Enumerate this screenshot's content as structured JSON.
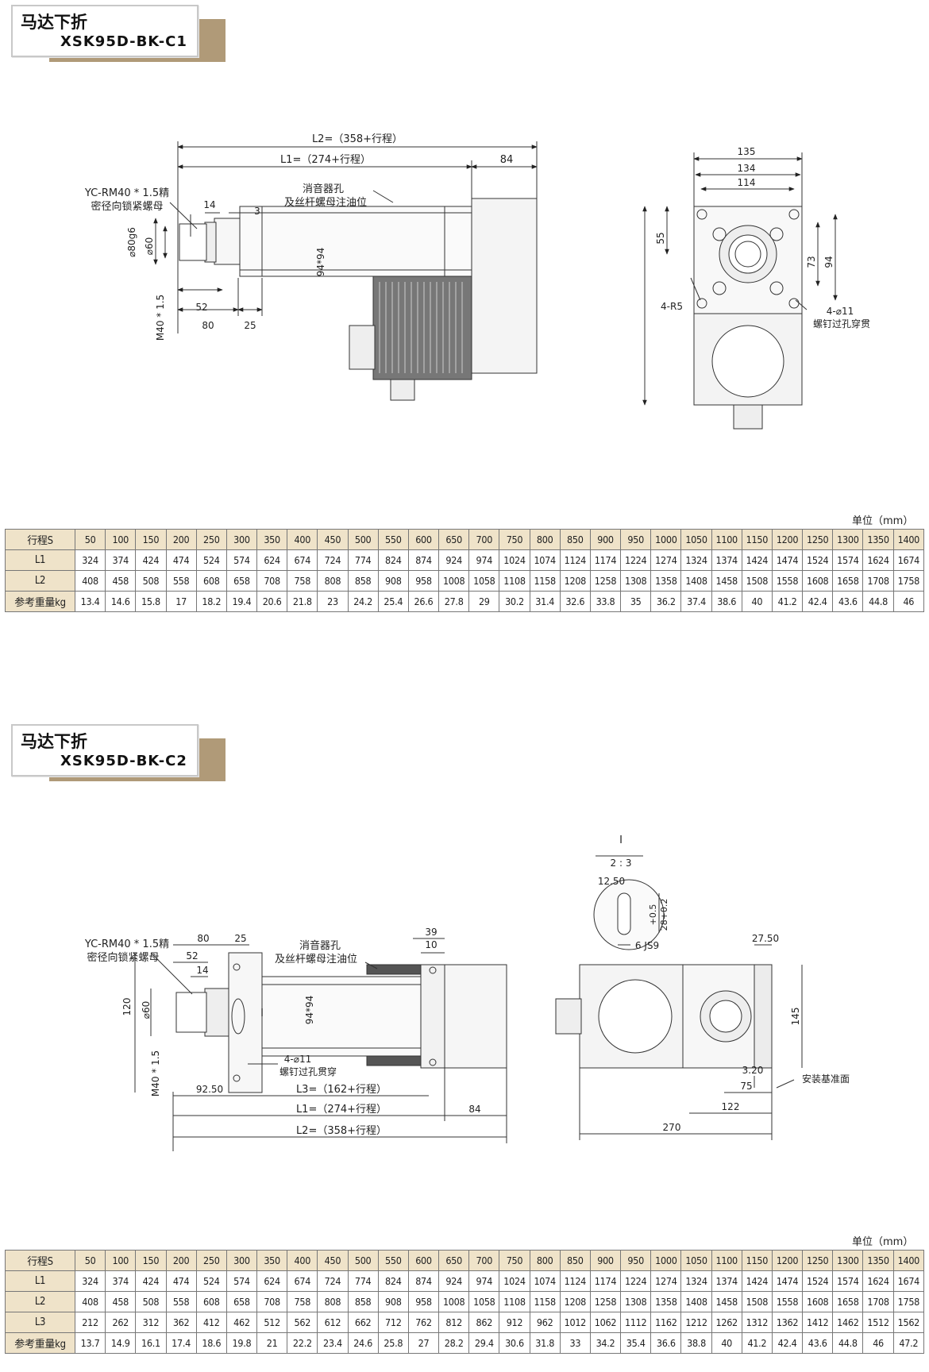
{
  "sections": [
    {
      "header": {
        "title": "马达下折",
        "model": "XSK95D-BK-C1"
      },
      "unit": "单位（mm）",
      "table": {
        "rows": [
          {
            "label": "行程S",
            "values": [
              "50",
              "100",
              "150",
              "200",
              "250",
              "300",
              "350",
              "400",
              "450",
              "500",
              "550",
              "600",
              "650",
              "700",
              "750",
              "800",
              "850",
              "900",
              "950",
              "1000",
              "1050",
              "1100",
              "1150",
              "1200",
              "1250",
              "1300",
              "1350",
              "1400"
            ]
          },
          {
            "label": "L1",
            "values": [
              "324",
              "374",
              "424",
              "474",
              "524",
              "574",
              "624",
              "674",
              "724",
              "774",
              "824",
              "874",
              "924",
              "974",
              "1024",
              "1074",
              "1124",
              "1174",
              "1224",
              "1274",
              "1324",
              "1374",
              "1424",
              "1474",
              "1524",
              "1574",
              "1624",
              "1674"
            ]
          },
          {
            "label": "L2",
            "values": [
              "408",
              "458",
              "508",
              "558",
              "608",
              "658",
              "708",
              "758",
              "808",
              "858",
              "908",
              "958",
              "1008",
              "1058",
              "1108",
              "1158",
              "1208",
              "1258",
              "1308",
              "1358",
              "1408",
              "1458",
              "1508",
              "1558",
              "1608",
              "1658",
              "1708",
              "1758"
            ]
          },
          {
            "label": "参考重量kg",
            "values": [
              "13.4",
              "14.6",
              "15.8",
              "17",
              "18.2",
              "19.4",
              "20.6",
              "21.8",
              "23",
              "24.2",
              "25.4",
              "26.6",
              "27.8",
              "29",
              "30.2",
              "31.4",
              "32.6",
              "33.8",
              "35",
              "36.2",
              "37.4",
              "38.6",
              "40",
              "41.2",
              "42.4",
              "43.6",
              "44.8",
              "46"
            ]
          }
        ]
      },
      "drawing": {
        "l2": "L2=（358+行程）",
        "l1": "L1=（274+行程）",
        "d84": "84",
        "nut1": "YC-RM40 * 1.5精",
        "nut2": "密径向锁紧螺母",
        "muffler1": "消音器孔",
        "muffler2": "及丝杆螺母注油位",
        "d14": "14",
        "d3": "3",
        "phi80": "⌀80g6",
        "phi60": "⌀60",
        "sq94": "94*94",
        "m40": "M40 * 1.5",
        "d52": "52",
        "d80": "80",
        "d25": "25",
        "d135": "135",
        "d134": "134",
        "d114": "114",
        "d55": "55",
        "d73": "73",
        "d94": "94",
        "r5": "4-R5",
        "hole1": "4-⌀11",
        "hole2": "螺钉过孔穿贯"
      }
    },
    {
      "header": {
        "title": "马达下折",
        "model": "XSK95D-BK-C2"
      },
      "unit": "单位（mm）",
      "table": {
        "rows": [
          {
            "label": "行程S",
            "values": [
              "50",
              "100",
              "150",
              "200",
              "250",
              "300",
              "350",
              "400",
              "450",
              "500",
              "550",
              "600",
              "650",
              "700",
              "750",
              "800",
              "850",
              "900",
              "950",
              "1000",
              "1050",
              "1100",
              "1150",
              "1200",
              "1250",
              "1300",
              "1350",
              "1400"
            ]
          },
          {
            "label": "L1",
            "values": [
              "324",
              "374",
              "424",
              "474",
              "524",
              "574",
              "624",
              "674",
              "724",
              "774",
              "824",
              "874",
              "924",
              "974",
              "1024",
              "1074",
              "1124",
              "1174",
              "1224",
              "1274",
              "1324",
              "1374",
              "1424",
              "1474",
              "1524",
              "1574",
              "1624",
              "1674"
            ]
          },
          {
            "label": "L2",
            "values": [
              "408",
              "458",
              "508",
              "558",
              "608",
              "658",
              "708",
              "758",
              "808",
              "858",
              "908",
              "958",
              "1008",
              "1058",
              "1108",
              "1158",
              "1208",
              "1258",
              "1308",
              "1358",
              "1408",
              "1458",
              "1508",
              "1558",
              "1608",
              "1658",
              "1708",
              "1758"
            ]
          },
          {
            "label": "L3",
            "values": [
              "212",
              "262",
              "312",
              "362",
              "412",
              "462",
              "512",
              "562",
              "612",
              "662",
              "712",
              "762",
              "812",
              "862",
              "912",
              "962",
              "1012",
              "1062",
              "1112",
              "1162",
              "1212",
              "1262",
              "1312",
              "1362",
              "1412",
              "1462",
              "1512",
              "1562"
            ]
          },
          {
            "label": "参考重量kg",
            "values": [
              "13.7",
              "14.9",
              "16.1",
              "17.4",
              "18.6",
              "19.8",
              "21",
              "22.2",
              "23.4",
              "24.6",
              "25.8",
              "27",
              "28.2",
              "29.4",
              "30.6",
              "31.8",
              "33",
              "34.2",
              "35.4",
              "36.6",
              "38.8",
              "40",
              "41.2",
              "42.4",
              "43.6",
              "44.8",
              "46",
              "47.2"
            ]
          }
        ]
      },
      "drawing": {
        "nut1": "YC-RM40 * 1.5精",
        "nut2": "密径向锁紧螺母",
        "muffler1": "消音器孔",
        "muffler2": "及丝杆螺母注油位",
        "d80": "80",
        "d25": "25",
        "d52": "52",
        "d14": "14",
        "d39": "39",
        "d10": "10",
        "d120": "120",
        "phi60": "⌀60",
        "sq94": "94*94",
        "mark": "I",
        "hole1": "4-⌀11",
        "hole2": "螺钉过孔贯穿",
        "m40": "M40 * 1.5",
        "d92": "92.50",
        "l3": "L3=（162+行程）",
        "l1": "L1=（274+行程）",
        "d84": "84",
        "l2": "L2=（358+行程）",
        "detail": "I",
        "scale": "2 : 3",
        "d1250": "12.50",
        "tol1": "+0.5",
        "tol2": "28+0.2",
        "key": "6 JS9",
        "d2750": "27.50",
        "d145": "145",
        "d320": "3.20",
        "datum": "安装基准面",
        "d75": "75",
        "d122": "122",
        "d270": "270"
      }
    }
  ]
}
